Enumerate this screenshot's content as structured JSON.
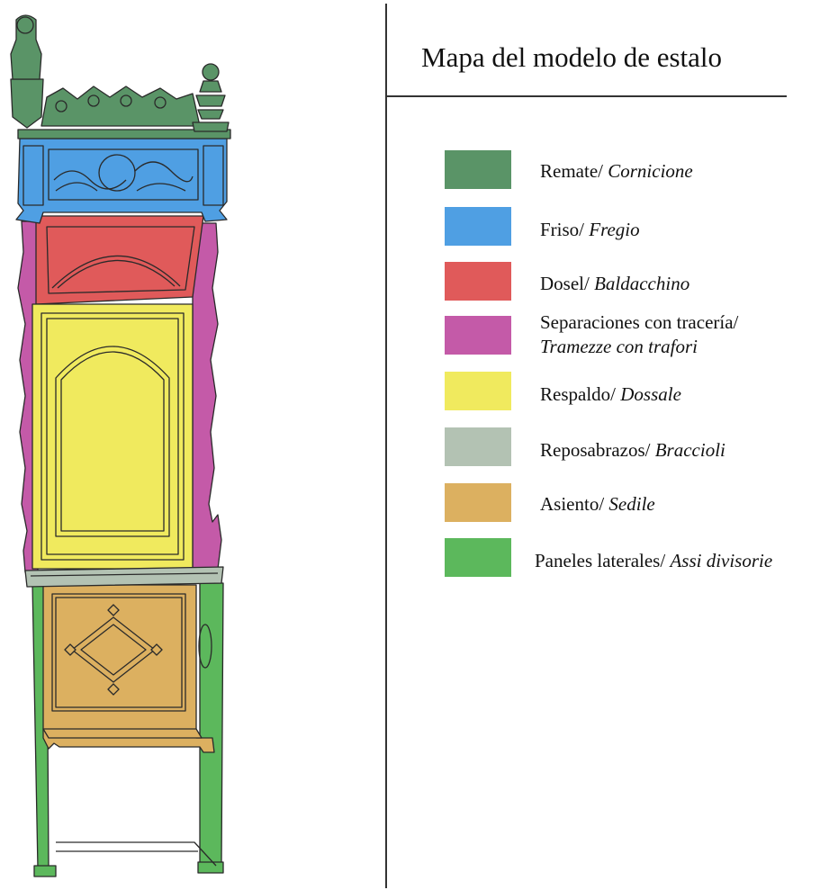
{
  "title": "Mapa del modelo de estalo",
  "legend": [
    {
      "es": "Remate/ ",
      "it": "Cornicione",
      "color": "#5a9467"
    },
    {
      "es": "Friso/ ",
      "it": "Fregio",
      "color": "#4f9fe3"
    },
    {
      "es": "Dosel/ ",
      "it": "Baldacchino",
      "color": "#e05a5a"
    },
    {
      "es": "Separaciones con tracería/",
      "it": "Tramezze con trafori",
      "color": "#c45aa8"
    },
    {
      "es": "Respaldo/ ",
      "it": "Dossale",
      "color": "#f0ea5e"
    },
    {
      "es": "Reposabrazos/ ",
      "it": "Braccioli",
      "color": "#b3c2b3"
    },
    {
      "es": "Asiento/ ",
      "it": "Sedile",
      "color": "#dcb060"
    },
    {
      "es": "Paneles laterales/ ",
      "it": "Assi divisorie",
      "color": "#5cb85c"
    }
  ]
}
